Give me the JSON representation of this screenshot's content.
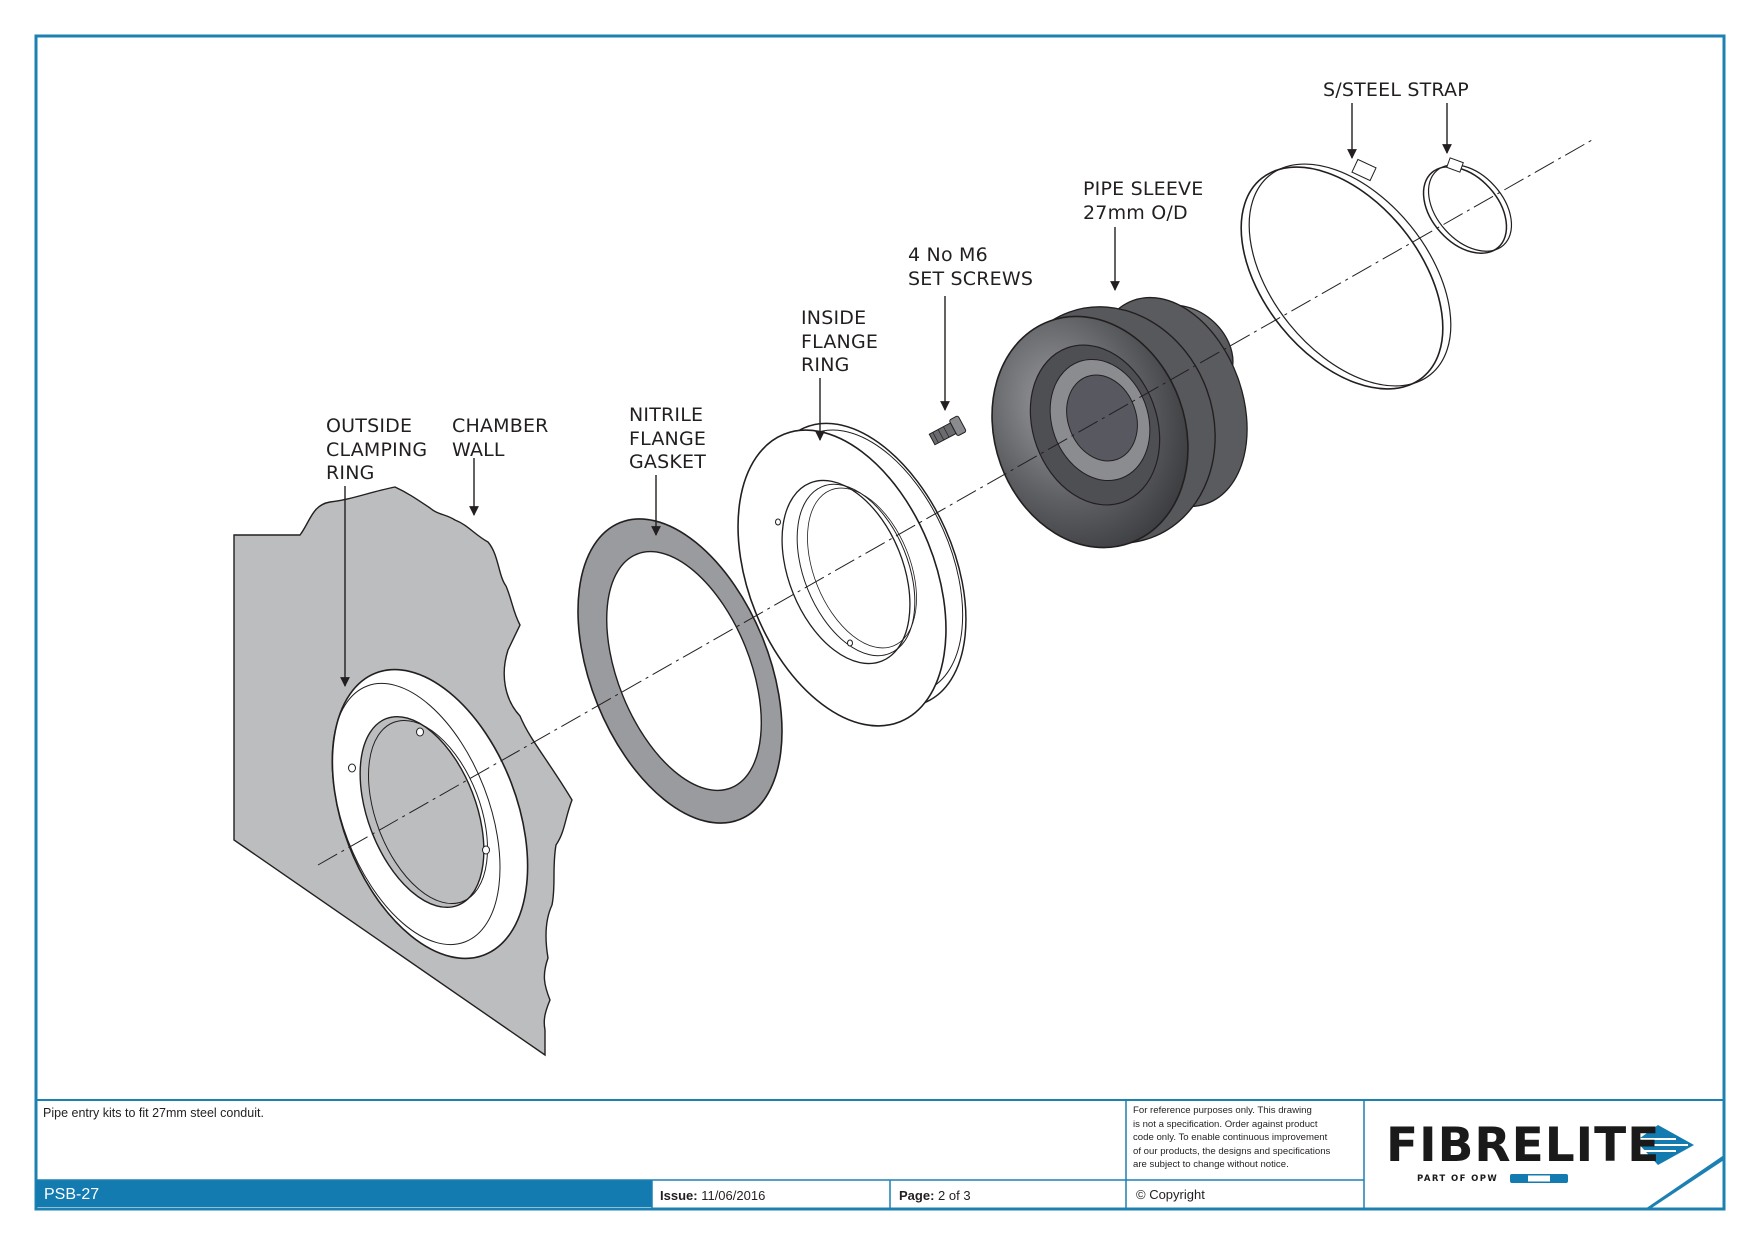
{
  "labels": {
    "strap": "S/STEEL STRAP",
    "pipe_sleeve": [
      "PIPE SLEEVE",
      "27mm O/D"
    ],
    "set_screws": [
      "4 No M6",
      "SET SCREWS"
    ],
    "inside_flange": [
      "INSIDE",
      "FLANGE",
      "RING"
    ],
    "nitrile_gasket": [
      "NITRILE",
      "FLANGE",
      "GASKET"
    ],
    "outside_clamping": [
      "OUTSIDE",
      "CLAMPING",
      "RING"
    ],
    "chamber_wall": [
      "CHAMBER",
      "WALL"
    ]
  },
  "title_block": {
    "description": "Pipe entry kits to fit 27mm steel conduit.",
    "note": [
      "For reference purposes only. This drawing",
      "is not a specification. Order against product",
      "code only.  To enable continuous improvement",
      "of our products, the designs and specifications",
      "are subject to change without notice."
    ],
    "doc_no": "PSB-27",
    "issue_label": "Issue:",
    "issue_date": "11/06/2016",
    "page_label": "Page:",
    "page_value": "2 of 3",
    "copyright": "© Copyright",
    "brand": "FIBRELITE",
    "brand_tag": "PART OF OPW"
  },
  "colors": {
    "frame": "#1d80b2",
    "band": "#137bb0",
    "wall": "#bcbdbf",
    "gasket": "#9a9b9e",
    "sleeve": "#5c5d60"
  }
}
